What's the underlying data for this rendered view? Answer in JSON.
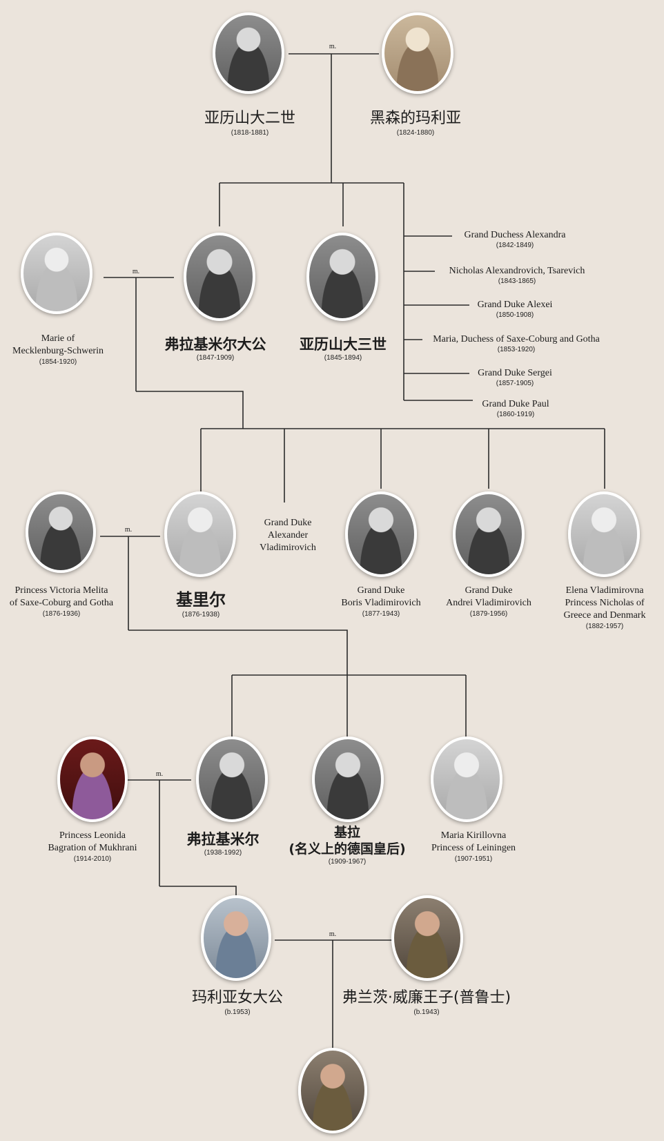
{
  "marriage_marker": "m.",
  "people": {
    "alexander_ii": {
      "name": "亚历山大二世",
      "dates": "(1818-1881)"
    },
    "marie_hesse": {
      "name": "黑森的玛利亚",
      "dates": "(1824-1880)"
    },
    "marie_mecklenburg": {
      "name_line1": "Marie of",
      "name_line2": "Mecklenburg-Schwerin",
      "dates": "(1854-1920)"
    },
    "vladimir": {
      "name": "弗拉基米尔大公",
      "dates": "(1847-1909)"
    },
    "alexander_iii": {
      "name": "亚历山大三世",
      "dates": "(1845-1894)"
    },
    "victoria_melita": {
      "name_line1": "Princess Victoria Melita",
      "name_line2": "of Saxe-Coburg and Gotha",
      "dates": "(1876-1936)"
    },
    "kirill": {
      "name": "基里尔",
      "dates": "(1876-1938)"
    },
    "alexander_vladimirovich": {
      "name_line1": "Grand Duke",
      "name_line2": "Alexander",
      "name_line3": "Vladimirovich"
    },
    "boris": {
      "name_line1": "Grand Duke",
      "name_line2": "Boris Vladimirovich",
      "dates": "(1877-1943)"
    },
    "andrei": {
      "name_line1": "Grand Duke",
      "name_line2": "Andrei Vladimirovich",
      "dates": "(1879-1956)"
    },
    "elena": {
      "name_line1": "Elena Vladimirovna",
      "name_line2": "Princess Nicholas of",
      "name_line3": "Greece and Denmark",
      "dates": "(1882-1957)"
    },
    "leonida": {
      "name_line1": "Princess Leonida",
      "name_line2": "Bagration of Mukhrani",
      "dates": "(1914-2010)"
    },
    "vladimir_kirillovich": {
      "name": "弗拉基米尔",
      "dates": "(1938-1992)"
    },
    "kira": {
      "name_line1": "基拉",
      "name_line2": "(名义上的德国皇后)",
      "dates": "(1909-1967)"
    },
    "maria_kirillovna": {
      "name_line1": "Maria Kirillovna",
      "name_line2": "Princess of Leiningen",
      "dates": "(1907-1951)"
    },
    "maria_vladimirovna": {
      "name": "玛利亚女大公",
      "dates": "(b.1953)"
    },
    "franz_wilhelm": {
      "name": "弗兰茨·威廉王子(普鲁士)",
      "dates": "(b.1943)"
    }
  },
  "siblings": [
    {
      "name": "Grand Duchess Alexandra",
      "dates": "(1842-1849)"
    },
    {
      "name": "Nicholas  Alexandrovich, Tsarevich",
      "dates": "(1843-1865)"
    },
    {
      "name": "Grand Duke Alexei",
      "dates": "(1850-1908)"
    },
    {
      "name": "Maria, Duchess of Saxe-Coburg and Gotha",
      "dates": "(1853-1920)"
    },
    {
      "name": "Grand Duke Sergei",
      "dates": "(1857-1905)"
    },
    {
      "name": "Grand Duke Paul",
      "dates": "(1860-1919)"
    }
  ]
}
